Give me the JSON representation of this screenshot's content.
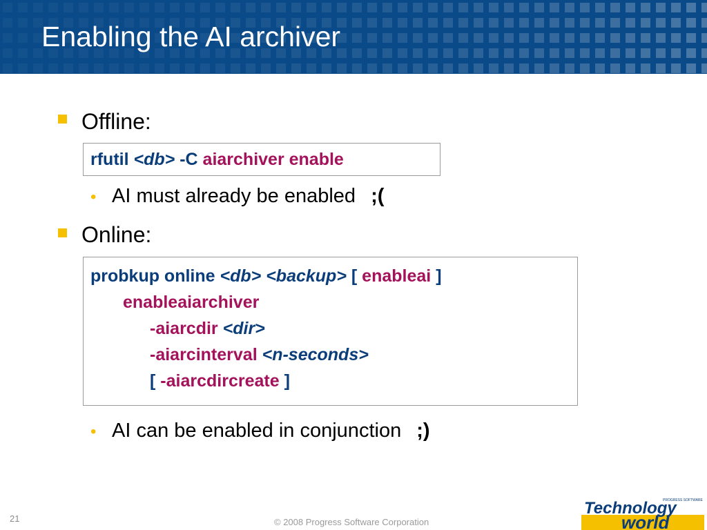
{
  "slide": {
    "title": "Enabling the AI archiver",
    "sections": [
      {
        "heading": "Offline:",
        "code": {
          "cmd": "rfutil",
          "db": "<db>",
          "flag": "-C",
          "action": "aiarchiver enable"
        },
        "note": "AI must already be enabled",
        "emoticon": ";("
      },
      {
        "heading": "Online:",
        "code": {
          "cmd": "probkup online",
          "db": "<db>",
          "backup": "<backup>",
          "open_bracket": "[",
          "enableai": "enableai",
          "close_bracket": "]",
          "enableaiarchiver": "enableaiarchiver",
          "aiarcdir_opt": "-aiarcdir",
          "dir": "<dir>",
          "aiarcinterval_opt": "-aiarcinterval",
          "nseconds": "<n-seconds>",
          "opt_open": "[",
          "aiarcdircreate": "-aiarcdircreate",
          "opt_close": "]"
        },
        "note": "AI can be enabled in conjunction",
        "emoticon": ";)"
      }
    ]
  },
  "footer": {
    "page_number": "21",
    "copyright": "© 2008 Progress Software Corporation",
    "logo_text": "Technology world",
    "logo_small": "PROGRESS SOFTWARE"
  },
  "colors": {
    "header_bg": "#0a4a88",
    "bullet": "#f5c000",
    "code_blue": "#0a3d7a",
    "code_magenta": "#a3125a"
  }
}
